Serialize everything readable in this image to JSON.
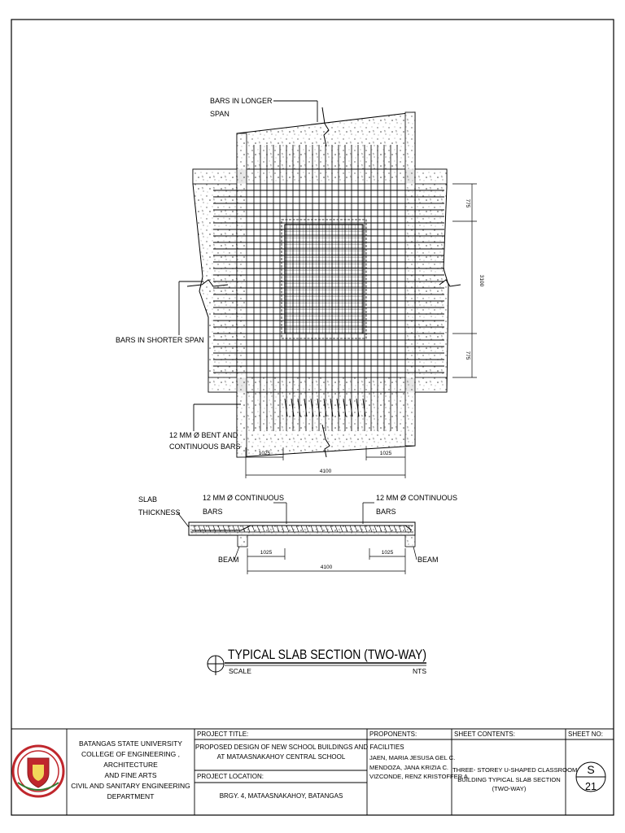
{
  "drawing": {
    "plan": {
      "label_longer_span": [
        "BARS IN LONGER",
        "SPAN"
      ],
      "label_shorter_span": "BARS IN SHORTER SPAN",
      "label_bent": [
        "12 MM  Ø BENT AND",
        "CONTINUOUS BARS"
      ],
      "dim_top_right": "775",
      "dim_total_right": "3100",
      "dim_bottom_right": "775",
      "dim_bottom_left": "1025",
      "dim_bottom_right_h": "1025",
      "dim_total_bottom": "4100"
    },
    "section": {
      "label_slab_thickness": [
        "SLAB",
        "THICKNESS"
      ],
      "label_cont_left": [
        "12 MM Ø CONTINUOUS",
        "BARS"
      ],
      "label_cont_right": [
        "12 MM Ø CONTINUOUS",
        "BARS"
      ],
      "label_beam_left": "BEAM",
      "label_beam_right": "BEAM",
      "dim_left": "1025",
      "dim_right": "1025",
      "dim_total": "4100"
    },
    "title": {
      "text": "TYPICAL SLAB SECTION (TWO-WAY)",
      "scale_label": "SCALE",
      "scale_value": "NTS"
    }
  },
  "title_block": {
    "university": [
      "BATANGAS STATE UNIVERSITY",
      "COLLEGE OF ENGINEERING , ARCHITECTURE",
      "AND FINE ARTS",
      "CIVIL AND SANITARY ENGINEERING",
      "DEPARTMENT"
    ],
    "project_title_label": "PROJECT TITLE:",
    "project_title": [
      "PROPOSED DESIGN OF NEW SCHOOL BUILDINGS AND FACILITIES",
      "AT MATAASNAKAHOY CENTRAL SCHOOL"
    ],
    "project_location_label": "PROJECT LOCATION:",
    "project_location": "BRGY. 4, MATAASNAKAHOY, BATANGAS",
    "proponents_label": "PROPONENTS:",
    "proponents": [
      "JAEN, MARIA JESUSA GEL C.",
      "MENDOZA, JANA KRIZIA C.",
      "VIZCONDE, RENZ KRISTOFFER A."
    ],
    "sheet_contents_label": "SHEET CONTENTS:",
    "sheet_contents": [
      "THREE- STOREY U-SHAPED CLASSROOM",
      "BUILDING TYPICAL SLAB SECTION",
      "(TWO-WAY)"
    ],
    "sheet_no_label": "SHEET NO:",
    "sheet_letter": "S",
    "sheet_number": "21"
  },
  "colors": {
    "ink": "#000000",
    "paper": "#ffffff",
    "seal_red": "#c0272d"
  }
}
